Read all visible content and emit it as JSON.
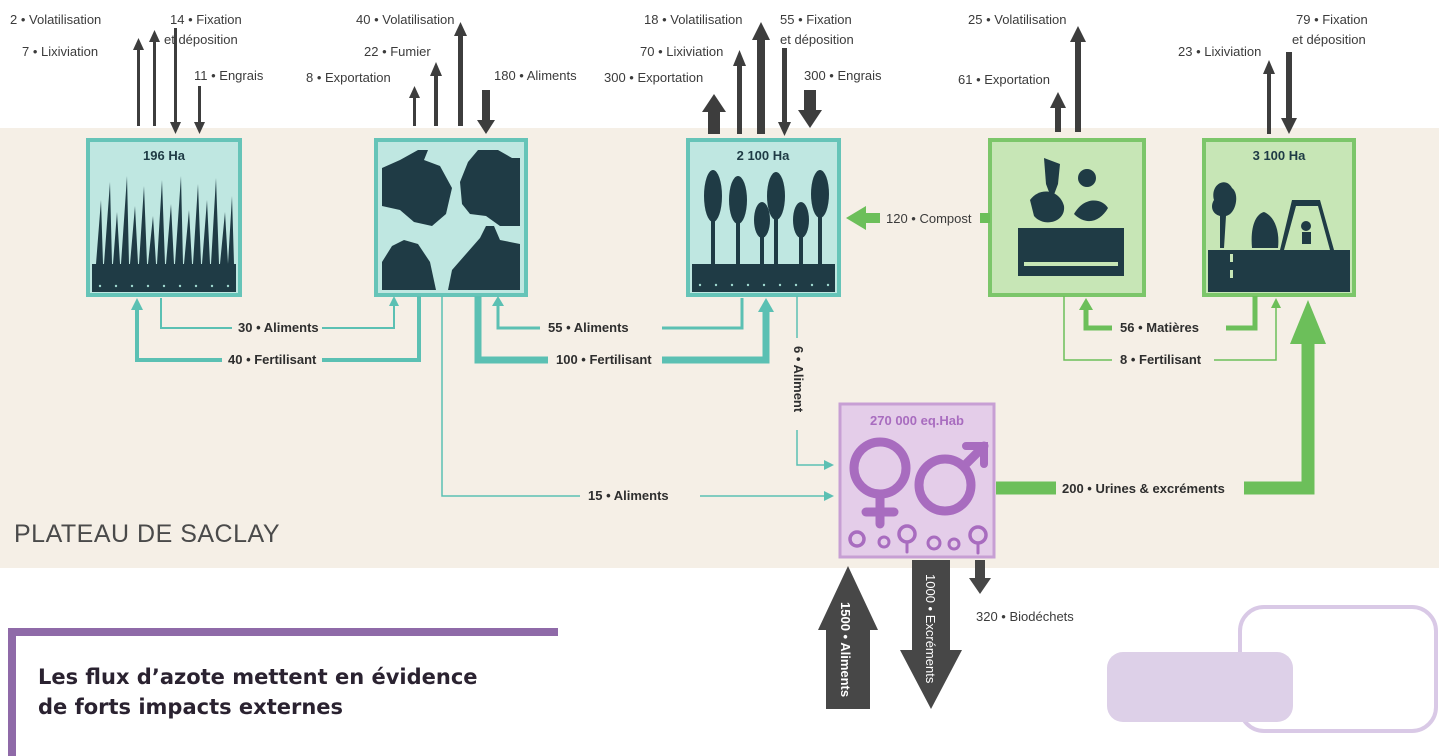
{
  "colors": {
    "band": "#f5efe6",
    "teal_fill": "#bfe7e1",
    "teal_border": "#66c4b8",
    "teal_line": "#5bc0b3",
    "green_fill": "#c7e6b6",
    "green_border": "#7cc66a",
    "green_line": "#6cbf5a",
    "purple_fill": "#e4cde9",
    "purple_border": "#c79fd4",
    "purple_icon": "#a86cbf",
    "dark": "#444444",
    "icon_dark": "#1f3b45",
    "caption_accent": "#8f6aa8"
  },
  "plateau_label": "PLATEAU DE SACLAY",
  "caption": {
    "line1": "Les flux d’azote mettent en évidence",
    "line2": "de forts impacts externes"
  },
  "boxes": {
    "prairie": {
      "label": "196 Ha",
      "icon": "grass-icon"
    },
    "elevage": {
      "label": "",
      "icon": "livestock-icon"
    },
    "cultures": {
      "label": "2 100 Ha",
      "icon": "wheat-icon"
    },
    "compost": {
      "label": "",
      "icon": "compost-bin-icon"
    },
    "espaces_verts": {
      "label": "3 100 Ha",
      "icon": "park-icon"
    },
    "population": {
      "label": "270 000 eq.Hab",
      "icon": "people-gender-icon"
    }
  },
  "flows": {
    "prairie_volatilisation": "2 • Volatilisation",
    "prairie_lixiviation": "7 • Lixiviation",
    "prairie_fixation_1": "14 • Fixation",
    "prairie_fixation_2": "et déposition",
    "prairie_engrais": "11 • Engrais",
    "elevage_volatilisation": "40 • Volatilisation",
    "elevage_fumier": "22 • Fumier",
    "elevage_exportation": "8 • Exportation",
    "elevage_aliments": "180 • Aliments",
    "cultures_volatilisation": "18 • Volatilisation",
    "cultures_lixiviation": "70 • Lixiviation",
    "cultures_exportation": "300 • Exportation",
    "cultures_fixation_1": "55 • Fixation",
    "cultures_fixation_2": "et déposition",
    "cultures_engrais": "300 • Engrais",
    "compost_volatilisation": "25 • Volatilisation",
    "compost_exportation": "61 • Exportation",
    "verts_lixiviation": "23 • Lixiviation",
    "verts_fixation_1": "79 • Fixation",
    "verts_fixation_2": "et déposition",
    "compost_to_cultures": "120 • Compost",
    "prairie_aliments": "30 • Aliments",
    "prairie_fertilisant": "40 • Fertilisant",
    "cultures_aliments": "55 • Aliments",
    "cultures_fertilisant": "100 • Fertilisant",
    "cultures_to_population": "6 • Aliment",
    "elevage_to_population": "15 • Aliments",
    "verts_matieres": "56 • Matières",
    "verts_fertilisant": "8 • Fertilisant",
    "population_urines": "200 • Urines & excréments",
    "import_aliments": "1500 • Aliments",
    "export_excrements": "1000 • Excréments",
    "export_biodechets": "320 • Biodéchets"
  }
}
